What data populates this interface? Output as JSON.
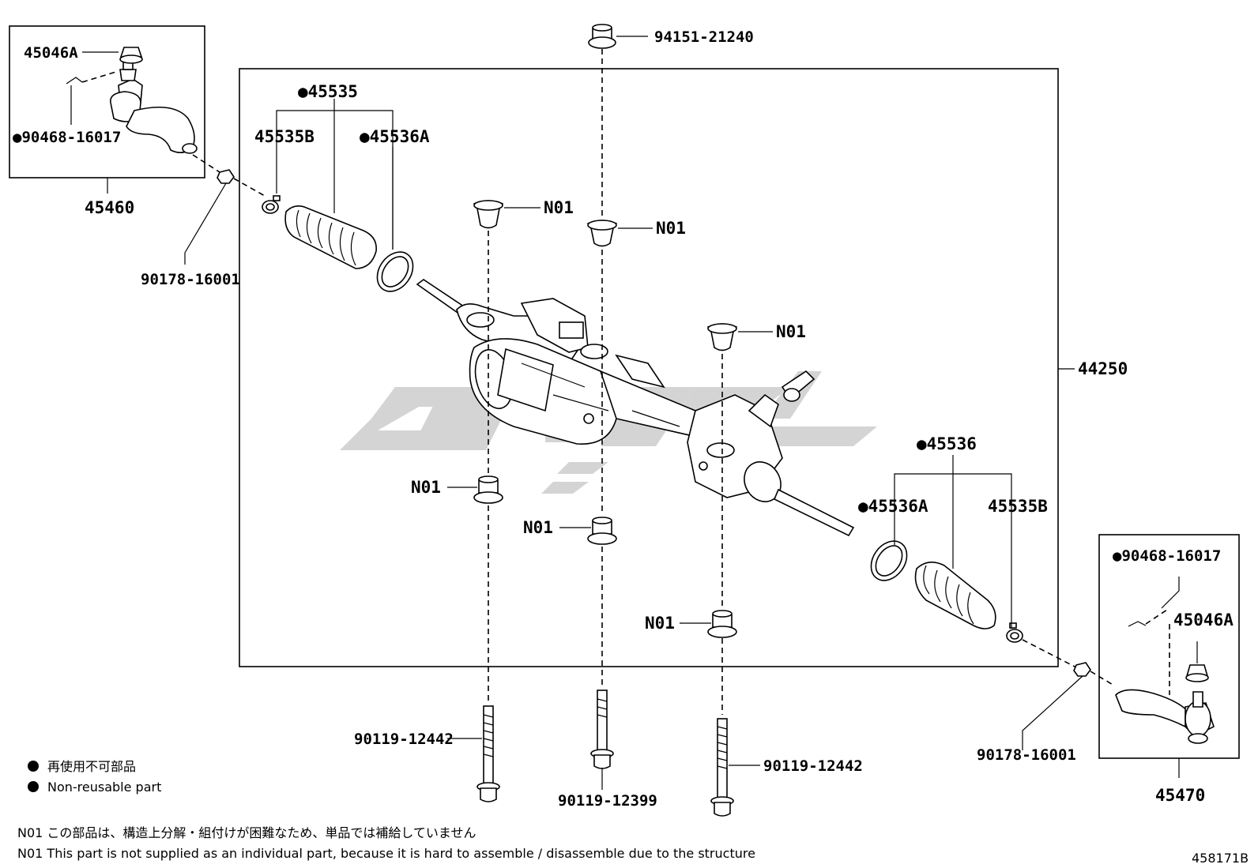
{
  "labels": {
    "p45046A_top": "45046A",
    "p90468_top": "●90468-16017",
    "p45460": "45460",
    "p90178_left": "90178-16001",
    "p45535": "●45535",
    "p45535B_top": "45535B",
    "p45536A_top": "●45536A",
    "p94151": "94151-21240",
    "n01_1": "N01",
    "n01_2": "N01",
    "n01_3": "N01",
    "n01_4": "N01",
    "n01_5": "N01",
    "n01_6": "N01",
    "p44250": "44250",
    "p45536": "●45536",
    "p45536A_bottom": "●45536A",
    "p45535B_bottom": "45535B",
    "p90468_right": "●90468-16017",
    "p45046A_right": "45046A",
    "p90178_right": "90178-16001",
    "p45470": "45470",
    "p90119_12442_left": "90119-12442",
    "p90119_12399": "90119-12399",
    "p90119_12442_right": "90119-12442"
  },
  "legend": {
    "jp": "再使用不可部品",
    "en": "Non-reusable part"
  },
  "notes": {
    "jp": "N01 この部品は、構造上分解・組付けが困難なため、単品では補給していません",
    "en": "N01 This part is not supplied as an individual part, because it is hard to assemble / disassemble due to the structure"
  },
  "diagram_id": "458171B",
  "colors": {
    "ink": "#000000",
    "watermark": "#d2d2d2"
  }
}
